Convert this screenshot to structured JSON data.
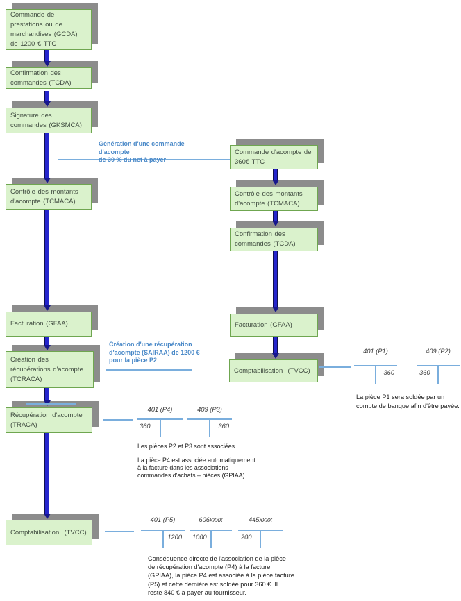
{
  "diagram": {
    "left_flow": [
      {
        "label": "Commande de prestations ou de marchandises (GCDA) de 1200 € TTC"
      },
      {
        "label": "Confirmation des commandes (TCDA)"
      },
      {
        "label": "Signature des commandes (GKSMCA)"
      },
      {
        "label": "Contrôle des montants d'acompte (TCMACA)"
      },
      {
        "label": "Facturation (GFAA)"
      },
      {
        "label": "Création des récupérations d'acompte (TCRACA)"
      },
      {
        "label": "Récupération d'acompte (TRACA)"
      },
      {
        "label": "Comptabilisation  (TVCC)"
      }
    ],
    "right_flow": [
      {
        "label": "Commande d'acompte de 360€ TTC"
      },
      {
        "label": "Contrôle des montants d'acompte (TCMACA)"
      },
      {
        "label": "Confirmation des commandes (TCDA)"
      },
      {
        "label": "Facturation (GFAA)"
      },
      {
        "label": "Comptabilisation  (TVCC)"
      }
    ],
    "annotations": {
      "generation": {
        "lines": [
          "Génération d'une commande d'acompte",
          "de 30 % du net à payer"
        ]
      },
      "recuperation": {
        "lines": [
          "Création d'une récupération",
          "d'acompte (SAIRAA) de 1200 €",
          "pour la pièce P2"
        ]
      }
    },
    "notes": {
      "p1": {
        "lines": [
          "La pièce P1 sera soldée par un",
          "compte de banque afin d'être payée."
        ]
      },
      "p2p3": {
        "lines": [
          "Les pièces P2 et P3 sont associées."
        ]
      },
      "p4": {
        "lines": [
          "La pièce P4 est associée automatiquement",
          "à la facture dans les associations",
          "commandes d'achats – pièces (GPIAA)."
        ]
      },
      "consequence": {
        "lines": [
          "Conséquence directe de l'association de la pièce",
          "de récupération d'acompte (P4) à la facture",
          "(GPIAA), la pièce P4 est associée à la pièce facture",
          "(P5) et cette dernière est soldée pour 360 €. Il",
          "reste 840 € à payer au fournisseur."
        ]
      }
    },
    "t_accounts": {
      "invoice": [
        {
          "name": "401 (P1)",
          "debit": "",
          "credit": "360"
        },
        {
          "name": "409 (P2)",
          "debit": "360",
          "credit": ""
        }
      ],
      "recovery": [
        {
          "name": "401 (P4)",
          "debit": "360",
          "credit": ""
        },
        {
          "name": "409 (P3)",
          "debit": "",
          "credit": "360"
        }
      ],
      "final": [
        {
          "name": "401 (P5)",
          "debit": "",
          "credit": "1200"
        },
        {
          "name": "606xxxx",
          "debit": "1000",
          "credit": ""
        },
        {
          "name": "445xxxx",
          "debit": "200",
          "credit": ""
        }
      ]
    },
    "colors": {
      "box_fill": "#daf2cc",
      "box_border": "#6fa650",
      "box_shadow": "#8c8c8c",
      "arrow_blue": "#2525cd",
      "line_blue": "#7aaedd",
      "annotation_blue": "#4a89c8"
    }
  }
}
